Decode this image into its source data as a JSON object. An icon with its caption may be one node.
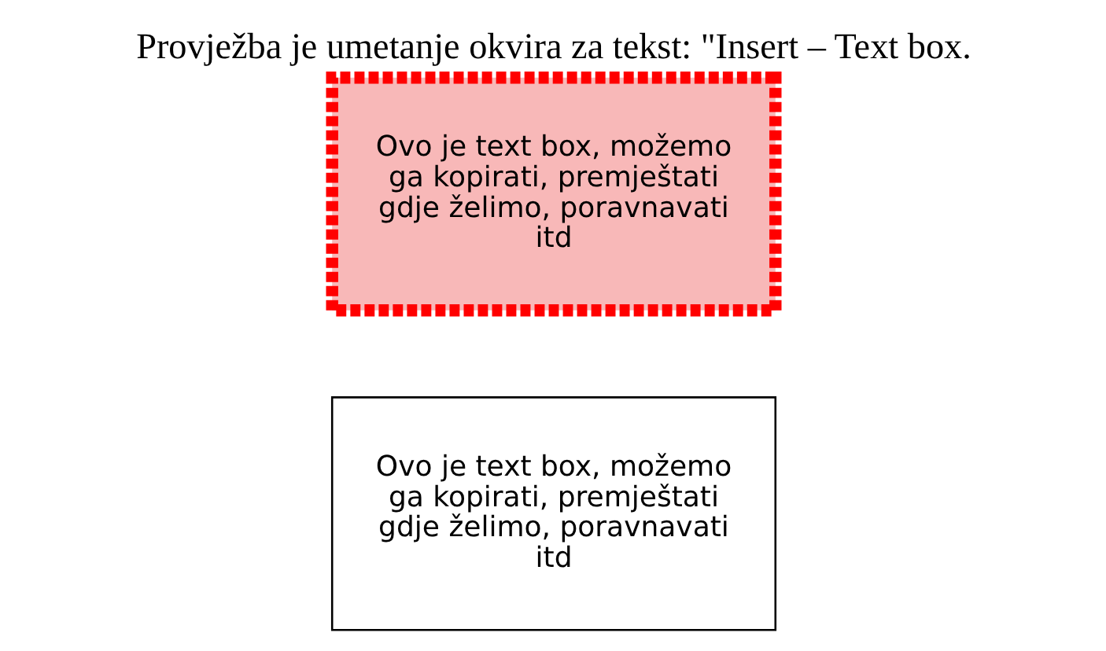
{
  "diagram": {
    "title": "Provježba je umetanje okvira za tekst: \"Insert – Text box.",
    "nodes": [
      {
        "text": [
          "Ovo je text box, možemo ga kopirati, premještati gdje želimo, poravnavati itd"
        ]
      },
      {
        "text": [
          "Ovo je text box, možemo ga kopirati, premještati gdje želimo, poravnavati itd"
        ]
      }
    ],
    "edges": []
  }
}
